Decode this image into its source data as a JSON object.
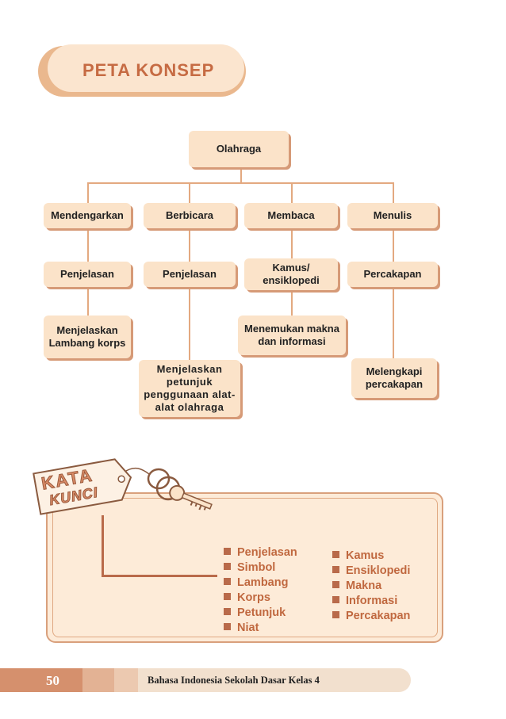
{
  "title": "PETA KONSEP",
  "root": "Olahraga",
  "columns": [
    {
      "skill": "Mendengarkan",
      "level2": [
        "Penjelasan"
      ],
      "level3": [
        "Menjelaskan",
        "Lambang korps"
      ]
    },
    {
      "skill": "Berbicara",
      "level2": [
        "Penjelasan"
      ],
      "level3": [
        "Menjelaskan",
        "petunjuk",
        "penggunaan alat-",
        "alat olahraga"
      ]
    },
    {
      "skill": "Membaca",
      "level2": [
        "Kamus/",
        "ensiklopedi"
      ],
      "level3": [
        "Menemukan makna",
        "dan informasi"
      ]
    },
    {
      "skill": "Menulis",
      "level2": [
        "Percakapan"
      ],
      "level3": [
        "Melengkapi",
        "percakapan"
      ]
    }
  ],
  "kata_kunci": {
    "tag_line1": "KATA",
    "tag_line2": "KUNCI",
    "left_list": [
      "Penjelasan",
      "Simbol",
      "Lambang",
      "Korps",
      "Petunjuk",
      "Niat"
    ],
    "right_list": [
      "Kamus",
      "Ensiklopedi",
      "Makna",
      "Informasi",
      "Percakapan"
    ]
  },
  "footer": {
    "page_number": "50",
    "book_title": "Bahasa Indonesia Sekolah Dasar Kelas 4"
  }
}
